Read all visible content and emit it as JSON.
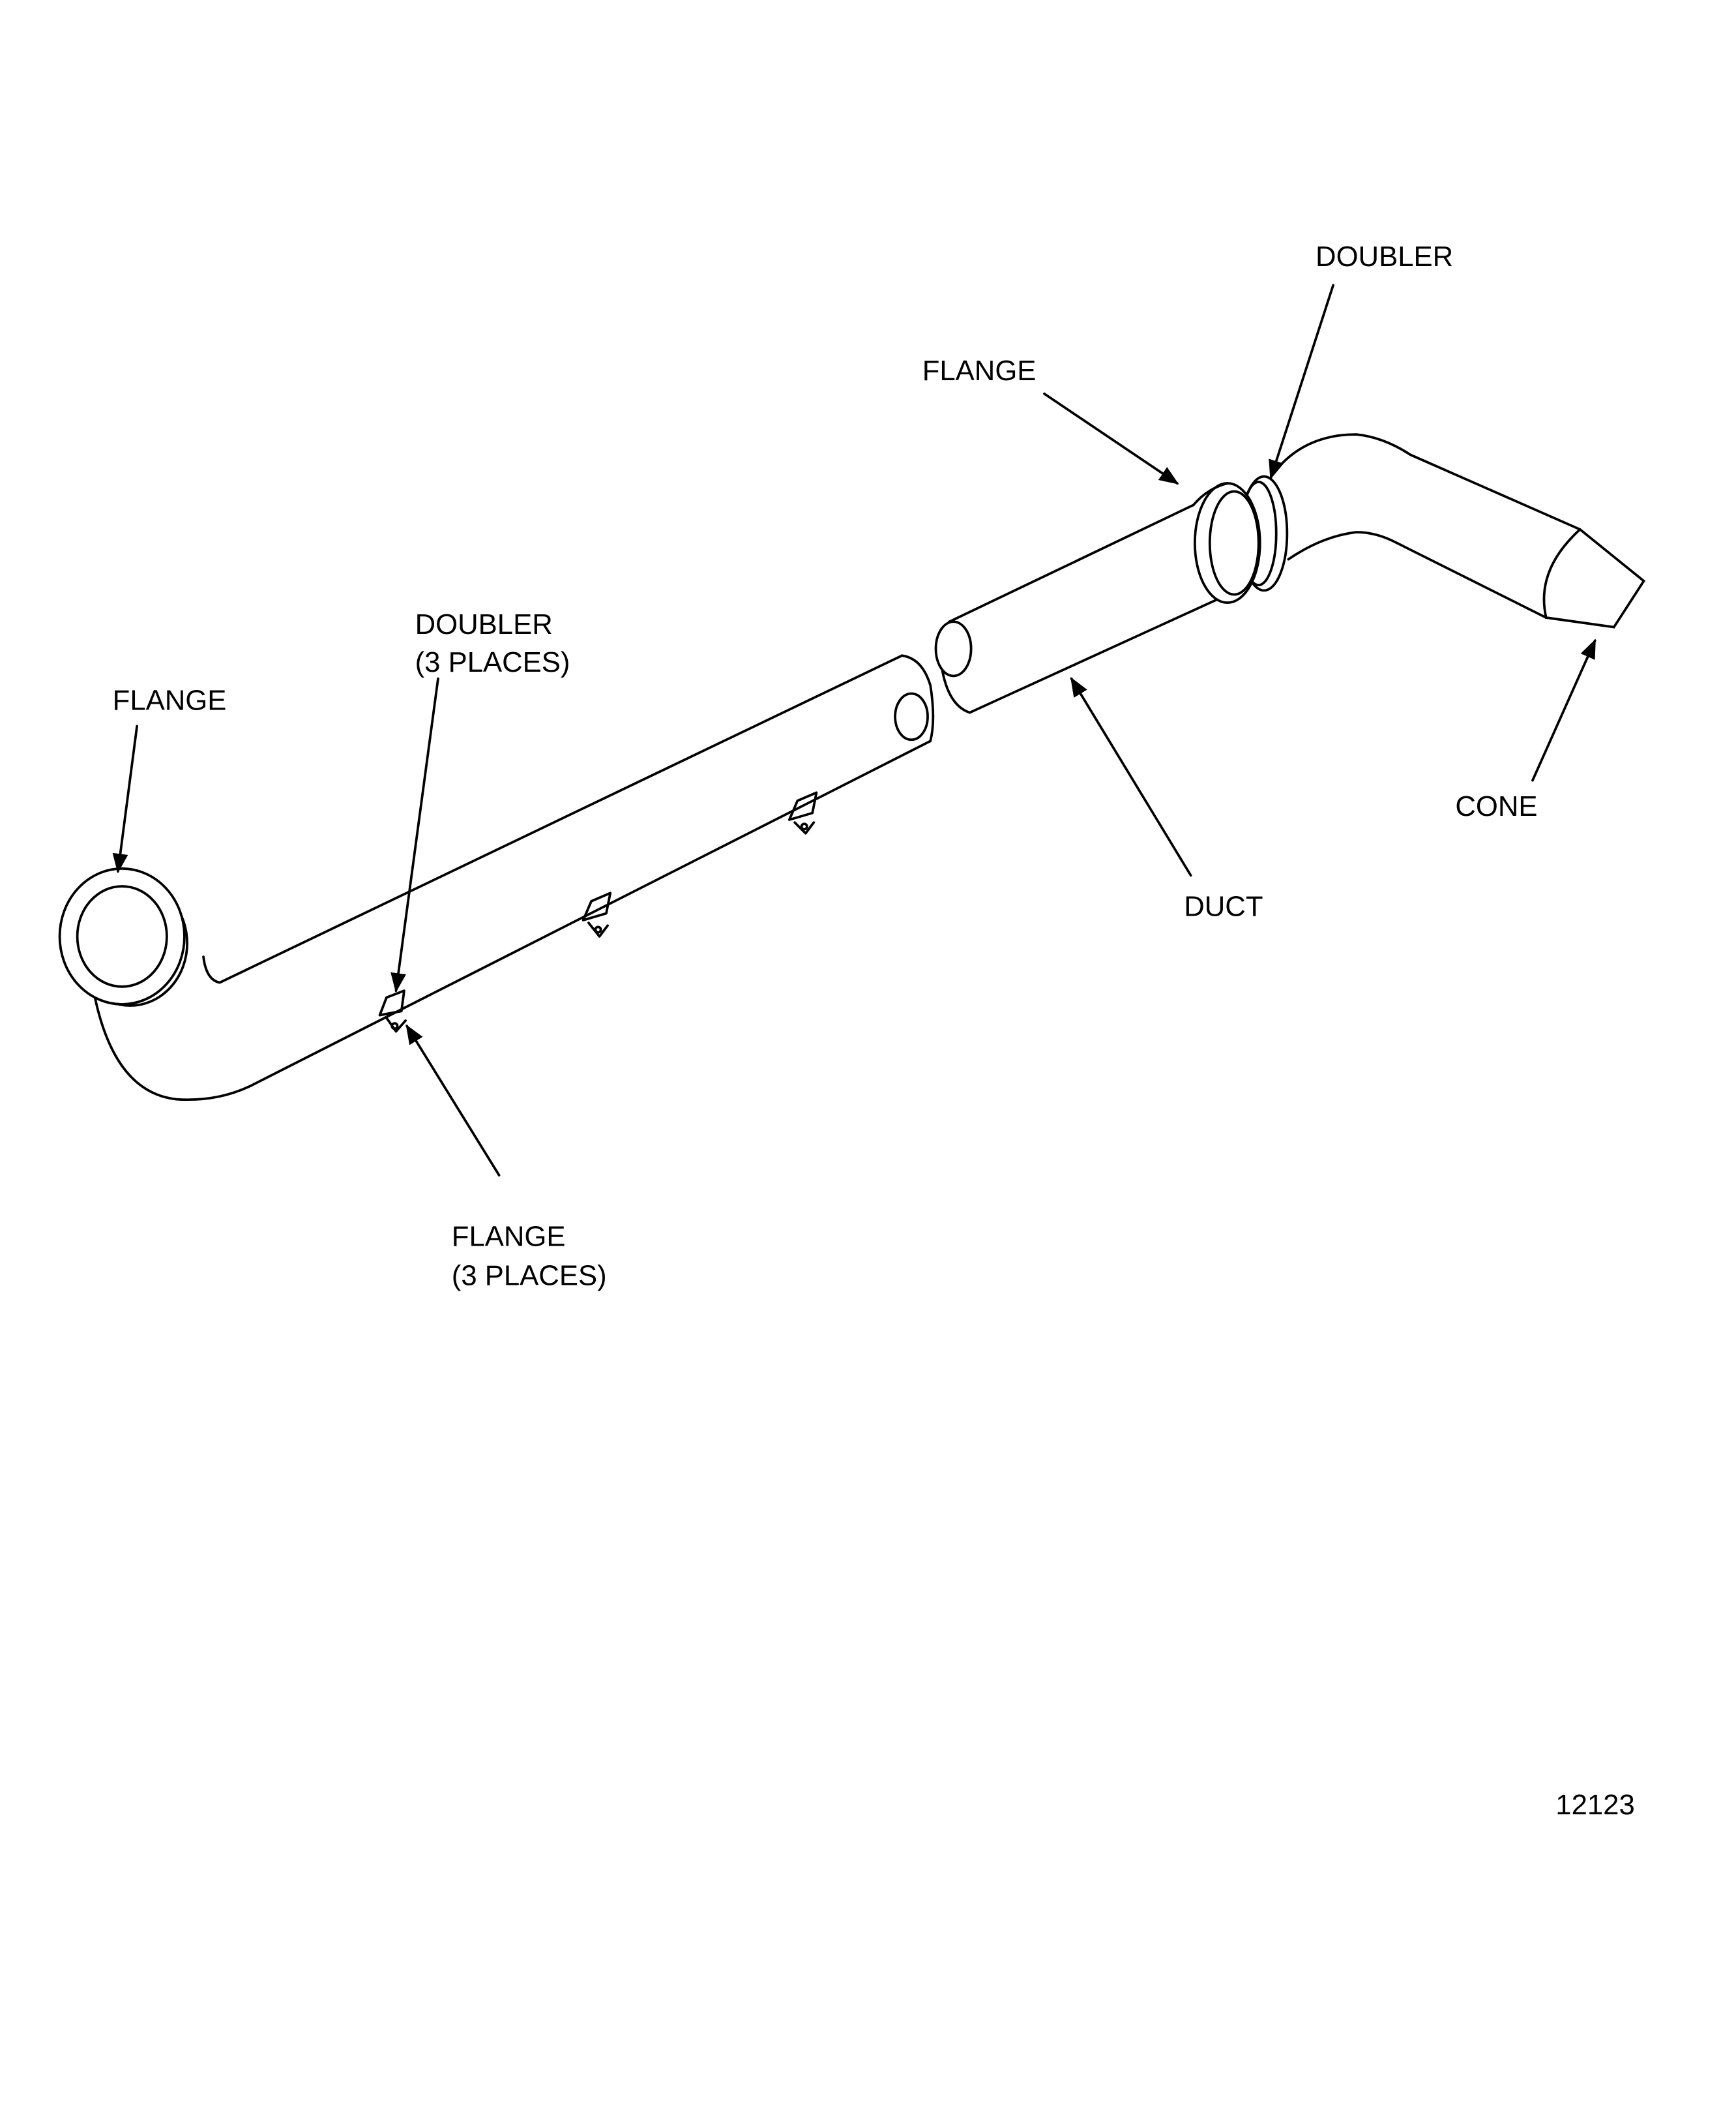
{
  "labels": {
    "doubler_top": "DOUBLER",
    "flange_right": "FLANGE",
    "doubler_places_1": "DOUBLER",
    "doubler_places_2": "(3 PLACES)",
    "flange_left": "FLANGE",
    "cone": "CONE",
    "duct": "DUCT",
    "flange_places_1": "FLANGE",
    "flange_places_2": "(3 PLACES)"
  },
  "figure_number": "12123",
  "colors": {
    "line": "#000000",
    "background": "#ffffff"
  }
}
